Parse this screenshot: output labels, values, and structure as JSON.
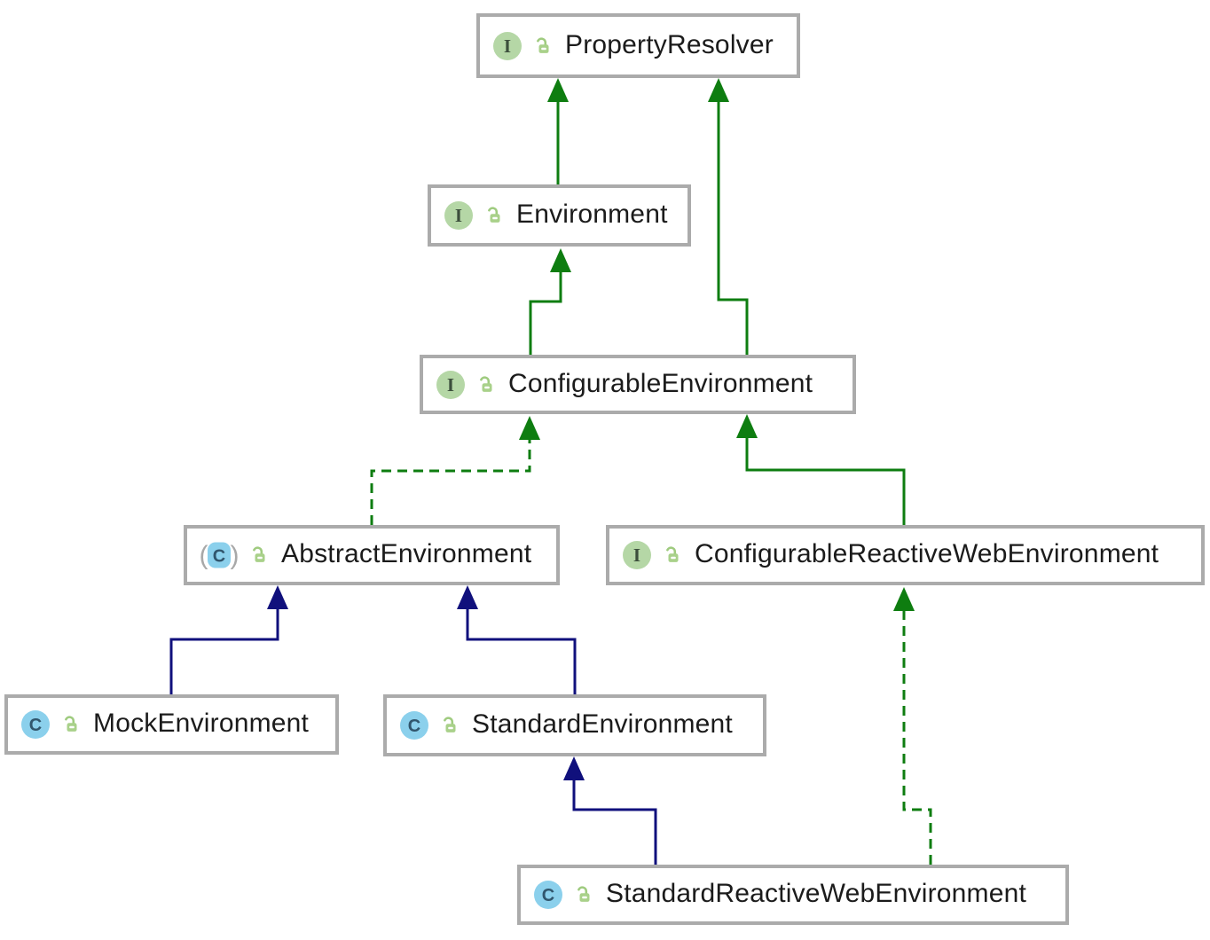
{
  "diagram": {
    "nodes": [
      {
        "label": "PropertyResolver",
        "kind": "interface",
        "visibility": "public"
      },
      {
        "label": "Environment",
        "kind": "interface",
        "visibility": "public"
      },
      {
        "label": "ConfigurableEnvironment",
        "kind": "interface",
        "visibility": "public"
      },
      {
        "label": "AbstractEnvironment",
        "kind": "abstract-class",
        "visibility": "public"
      },
      {
        "label": "ConfigurableReactiveWebEnvironment",
        "kind": "interface",
        "visibility": "public"
      },
      {
        "label": "MockEnvironment",
        "kind": "class",
        "visibility": "public"
      },
      {
        "label": "StandardEnvironment",
        "kind": "class",
        "visibility": "public"
      },
      {
        "label": "StandardReactiveWebEnvironment",
        "kind": "class",
        "visibility": "public"
      }
    ],
    "edges": [
      {
        "from": "Environment",
        "to": "PropertyResolver",
        "relation": "extends",
        "style": "solid-green"
      },
      {
        "from": "ConfigurableEnvironment",
        "to": "Environment",
        "relation": "extends",
        "style": "solid-green"
      },
      {
        "from": "ConfigurableEnvironment",
        "to": "PropertyResolver",
        "relation": "extends",
        "style": "solid-green"
      },
      {
        "from": "AbstractEnvironment",
        "to": "ConfigurableEnvironment",
        "relation": "implements",
        "style": "dashed-green"
      },
      {
        "from": "ConfigurableReactiveWebEnvironment",
        "to": "ConfigurableEnvironment",
        "relation": "extends",
        "style": "solid-green"
      },
      {
        "from": "MockEnvironment",
        "to": "AbstractEnvironment",
        "relation": "extends",
        "style": "solid-navy"
      },
      {
        "from": "StandardEnvironment",
        "to": "AbstractEnvironment",
        "relation": "extends",
        "style": "solid-navy"
      },
      {
        "from": "StandardReactiveWebEnvironment",
        "to": "StandardEnvironment",
        "relation": "extends",
        "style": "solid-navy"
      },
      {
        "from": "StandardReactiveWebEnvironment",
        "to": "ConfigurableReactiveWebEnvironment",
        "relation": "implements",
        "style": "dashed-green"
      }
    ],
    "colors": {
      "interface_edge_green": "#0e7d10",
      "class_edge_navy": "#10107c",
      "node_border_gray": "#ababab",
      "interface_icon_bg": "#b5d7a6",
      "class_icon_bg": "#8bd0ec",
      "lock_icon_green": "#a9d18a",
      "background": "#ffffff"
    }
  }
}
